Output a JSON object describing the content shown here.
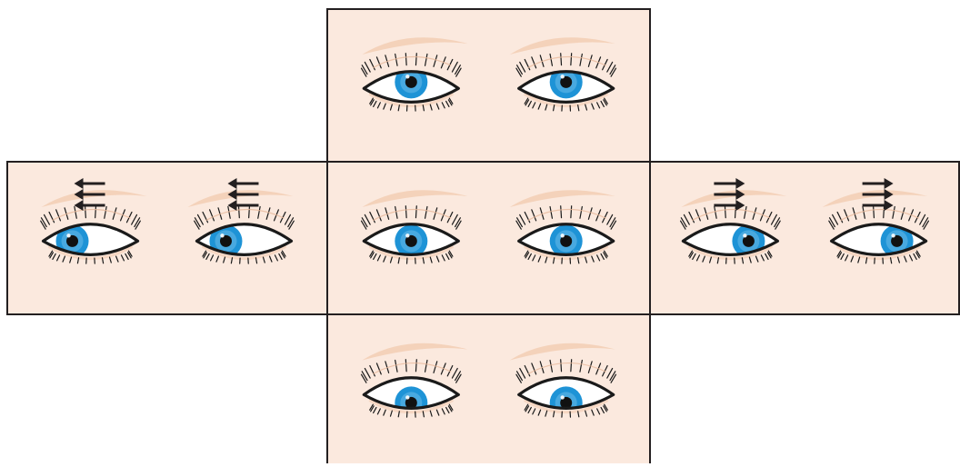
{
  "colors": {
    "skin": "#fbe9de",
    "brow": "#f2c9ad",
    "border": "#231f20",
    "iris": "#1e93d6",
    "iris_light": "#7cc6ee",
    "sclera": "#ffffff",
    "lash": "#1a1a1a",
    "arrow": "#231f20"
  },
  "panels": [
    {
      "id": "up",
      "gaze": "up",
      "arrows": "none"
    },
    {
      "id": "left",
      "gaze": "left",
      "arrows": "left"
    },
    {
      "id": "center",
      "gaze": "center",
      "arrows": "none"
    },
    {
      "id": "right",
      "gaze": "right",
      "arrows": "right"
    },
    {
      "id": "down",
      "gaze": "down",
      "arrows": "none"
    }
  ]
}
